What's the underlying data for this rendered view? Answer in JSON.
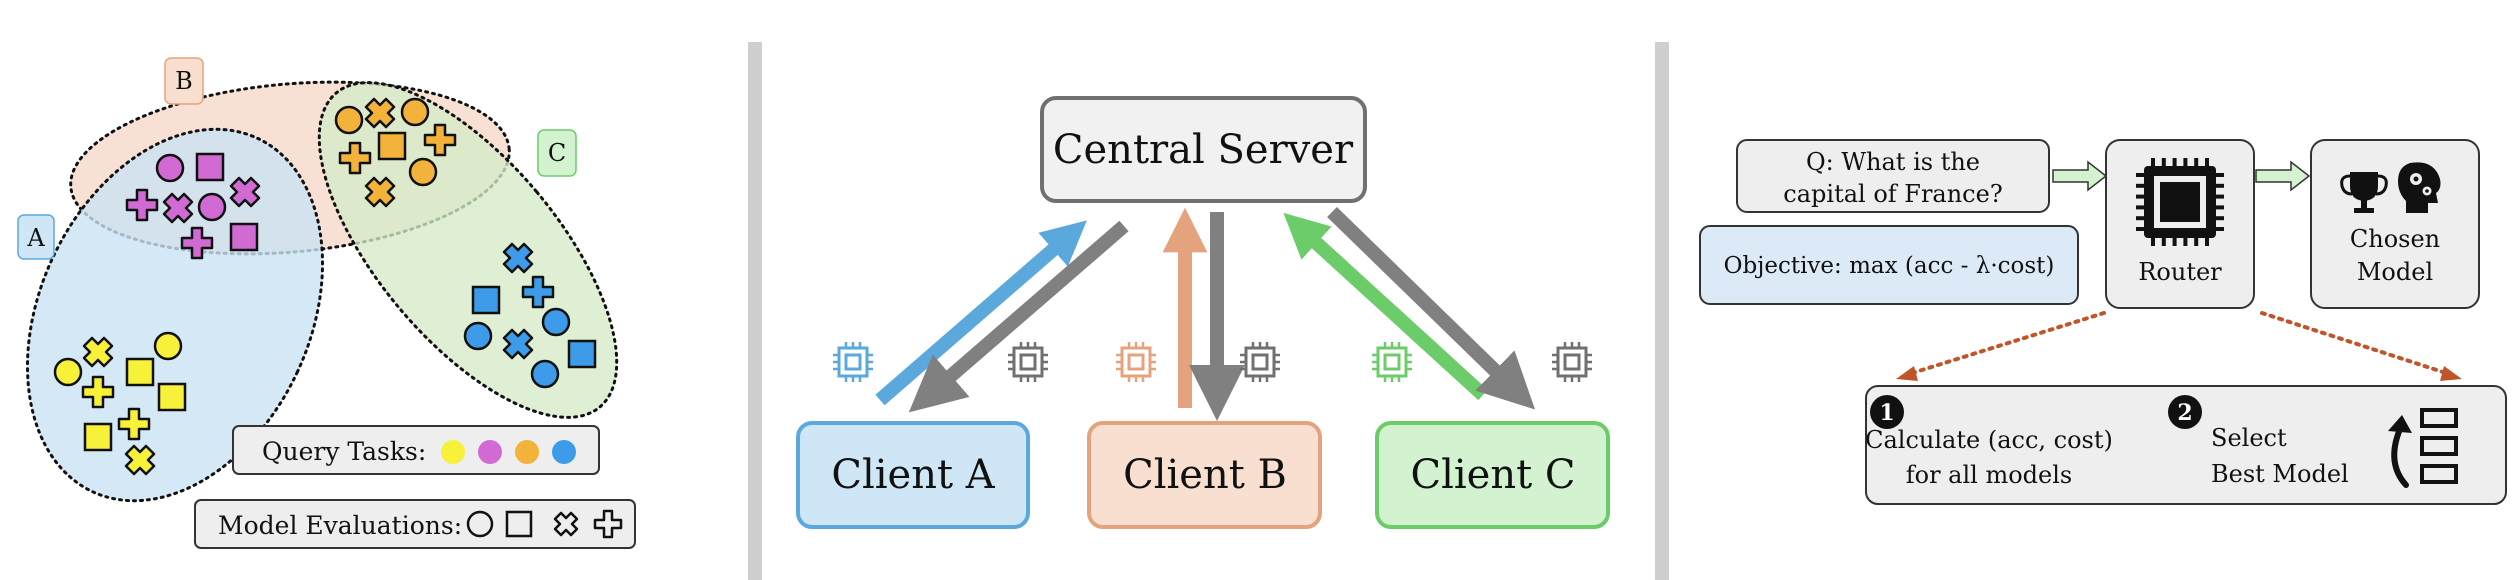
{
  "panel1": {
    "cluster_labels": {
      "a": "A",
      "b": "B",
      "c": "C"
    },
    "legend_tasks_label": "Query Tasks:",
    "legend_evals_label": "Model Evaluations:",
    "task_colors": [
      "#f7f13a",
      "#d26ad4",
      "#f3b23a",
      "#3d9be9"
    ]
  },
  "panel2": {
    "server_label": "Central Server",
    "clients": [
      {
        "label": "Client A",
        "fill": "#cfe6f6",
        "stroke": "#5aa8dc",
        "arrow": "#5aa8dc"
      },
      {
        "label": "Client B",
        "fill": "#f8dfcf",
        "stroke": "#e5a37d",
        "arrow": "#e5a37d"
      },
      {
        "label": "Client C",
        "fill": "#d2f2d0",
        "stroke": "#6ccc6a",
        "arrow": "#6ccc6a"
      }
    ]
  },
  "panel3": {
    "question_line1": "Q: What is the",
    "question_line2": "capital of France?",
    "objective": "Objective: max (acc - λ·cost)",
    "router_label": "Router",
    "chosen_line1": "Chosen",
    "chosen_line2": "Model",
    "step1_number": "1",
    "step1_line1": "Calculate (acc, cost)",
    "step1_line2": "for all models",
    "step2_number": "2",
    "step2_line1": "Select",
    "step2_line2": "Best Model"
  },
  "colors": {
    "cluster_a": "#c9e2f3",
    "cluster_b": "#f6d7c6",
    "cluster_c": "#d5ebc8",
    "gray_arrow": "#808080",
    "orange_dotted": "#c0552a",
    "divider": "#cfcfcf"
  }
}
